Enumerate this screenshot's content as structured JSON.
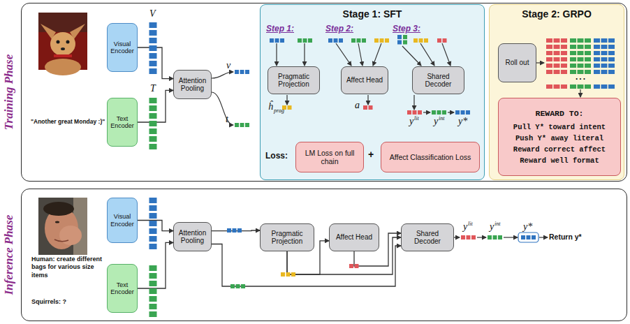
{
  "diagram": {
    "nodes": [
      {
        "text": [
          "Training Phase"
        ]
      },
      {
        "text": [
          "Visual Encoder"
        ],
        "in": 0
      },
      {
        "text": [
          "Text Encoder"
        ],
        "in": 0
      },
      {
        "text": [
          "Attention Pooling"
        ],
        "in": 0
      },
      {
        "text": [
          "Stage 1: SFT"
        ],
        "in": 0
      },
      {
        "text": [
          "Pragmatic Projection"
        ],
        "in": 4
      },
      {
        "text": [
          "Affect Head"
        ],
        "in": 4
      },
      {
        "text": [
          "Shared Decoder"
        ],
        "in": 4
      },
      {
        "text": [
          "LM Loss on full chain"
        ],
        "in": 4
      },
      {
        "text": [
          "Affect Classification Loss"
        ],
        "in": 4
      },
      {
        "text": [
          "Stage 2: GRPO"
        ],
        "in": 0
      },
      {
        "text": [
          "Roll out"
        ],
        "in": 10
      },
      {
        "text": [
          "REWARD TO:",
          "Pull Y* toward intent",
          "Push Y* away literal",
          "Reward correct affect",
          "Reward well format"
        ],
        "in": 10
      },
      {
        "text": [
          "Inference Phase"
        ]
      },
      {
        "text": [
          "Visual Encoder"
        ],
        "in": 13
      },
      {
        "text": [
          "Text Encoder"
        ],
        "in": 13
      },
      {
        "text": [
          "Attention Pooling"
        ],
        "in": 13
      },
      {
        "text": [
          "Pragmatic Projection"
        ],
        "in": 13
      },
      {
        "text": [
          "Affect Head"
        ],
        "in": 13
      },
      {
        "text": [
          "Shared Decoder"
        ],
        "in": 13
      }
    ],
    "edges": [
      {
        "from": 1,
        "to": 3,
        "arrow": "to"
      },
      {
        "from": 2,
        "to": 3,
        "arrow": "to"
      },
      {
        "from": 14,
        "to": 16,
        "arrow": "to"
      },
      {
        "from": 15,
        "to": 16,
        "arrow": "to"
      },
      {
        "from": 16,
        "to": 17,
        "arrow": "to"
      },
      {
        "from": 16,
        "to": 19,
        "arrow": "to"
      },
      {
        "from": 17,
        "to": 18,
        "arrow": "to"
      },
      {
        "from": 17,
        "to": 19,
        "arrow": "to"
      },
      {
        "from": 18,
        "to": 19,
        "arrow": "to"
      }
    ],
    "labels": [
      "\"Another great Monday :)\"",
      "V",
      "T",
      "v",
      "t",
      "Step 1:",
      "Step 2:",
      "Step 3:",
      "ĥ",
      "prag",
      "a",
      "y",
      "lit",
      "y",
      "int",
      "y*",
      "Loss:",
      "+",
      "Human: create different bags for various size items",
      "Squirrels: ?",
      "y",
      "lit",
      "y",
      "int",
      "y*",
      "Return y*",
      "..."
    ]
  }
}
